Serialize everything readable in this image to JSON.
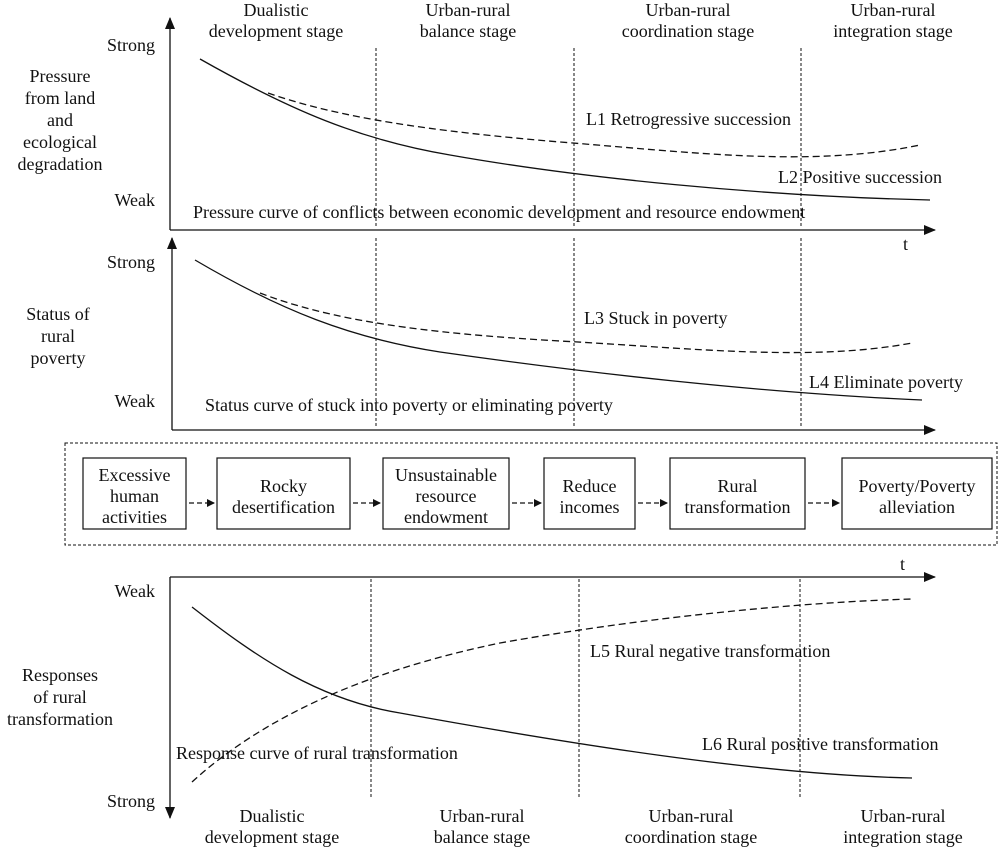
{
  "top_stage_labels": [
    {
      "l1": "Dualistic",
      "l2": "development stage"
    },
    {
      "l1": "Urban-rural",
      "l2": "balance stage"
    },
    {
      "l1": "Urban-rural",
      "l2": "coordination stage"
    },
    {
      "l1": "Urban-rural",
      "l2": "integration stage"
    }
  ],
  "bottom_stage_labels": [
    {
      "l1": "Dualistic",
      "l2": "development stage"
    },
    {
      "l1": "Urban-rural",
      "l2": "balance stage"
    },
    {
      "l1": "Urban-rural",
      "l2": "coordination stage"
    },
    {
      "l1": "Urban-rural",
      "l2": "integration stage"
    }
  ],
  "panel1": {
    "strong": "Strong",
    "weak": "Weak",
    "ylabel": [
      "Pressure",
      "from land",
      "and",
      "ecological",
      "degradation"
    ],
    "t": "t",
    "l1": "L1 Retrogressive succession",
    "l2": "L2 Positive succession",
    "caption": "Pressure curve of conflicts between economic development and resource endowment"
  },
  "panel2": {
    "strong": "Strong",
    "weak": "Weak",
    "ylabel": [
      "Status of",
      "rural",
      "poverty"
    ],
    "l3": "L3 Stuck in poverty",
    "l4": "L4 Eliminate poverty",
    "caption": "Status curve of stuck into poverty or eliminating poverty"
  },
  "flow": [
    [
      "Excessive",
      "human",
      "activities"
    ],
    [
      "Rocky",
      "desertification"
    ],
    [
      "Unsustainable",
      "resource",
      "endowment"
    ],
    [
      "Reduce",
      "incomes"
    ],
    [
      "Rural",
      "transformation"
    ],
    [
      "Poverty/Poverty",
      "alleviation"
    ]
  ],
  "panel3": {
    "weak": "Weak",
    "strong": "Strong",
    "ylabel": [
      "Responses",
      "of rural",
      "transformation"
    ],
    "t": "t",
    "l5": "L5 Rural negative transformation",
    "l6": "L6 Rural positive transformation",
    "caption": "Response curve of rural transformation"
  }
}
